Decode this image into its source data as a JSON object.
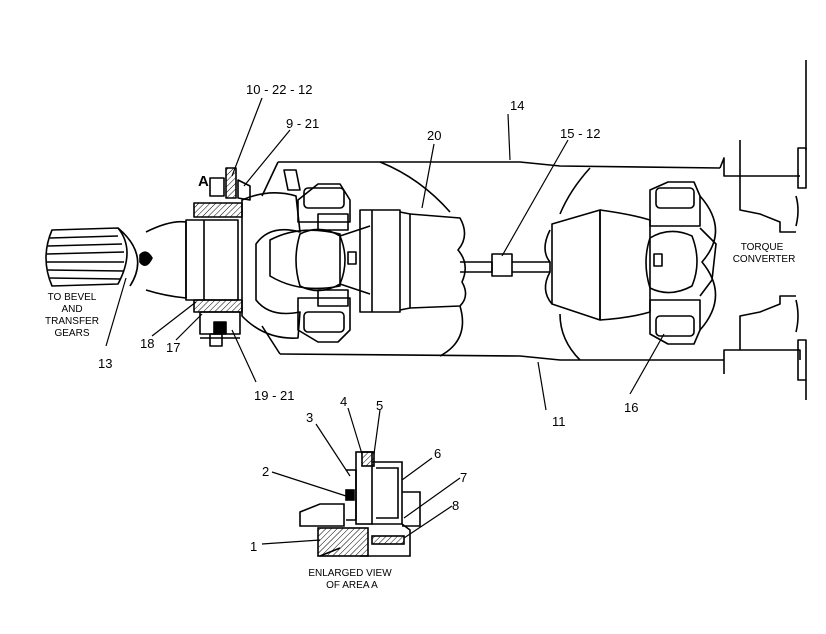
{
  "diagram": {
    "view_marker": "A",
    "captions": {
      "bevel_1": "TO BEVEL",
      "bevel_2": "AND",
      "bevel_3": "TRANSFER",
      "bevel_4": "GEARS",
      "torque_1": "TORQUE",
      "torque_2": "CONVERTER",
      "enlarged_1": "ENLARGED VIEW",
      "enlarged_2": "OF AREA A"
    },
    "callouts": {
      "c10_22_12": "10 - 22 - 12",
      "c9_21": "9 - 21",
      "c14": "14",
      "c20": "20",
      "c15_12": "15 - 12",
      "c13": "13",
      "c18": "18",
      "c17": "17",
      "c19_21": "19 - 21",
      "c11": "11",
      "c16": "16",
      "c1": "1",
      "c2": "2",
      "c3": "3",
      "c4": "4",
      "c5": "5",
      "c6": "6",
      "c7": "7",
      "c8": "8"
    }
  }
}
